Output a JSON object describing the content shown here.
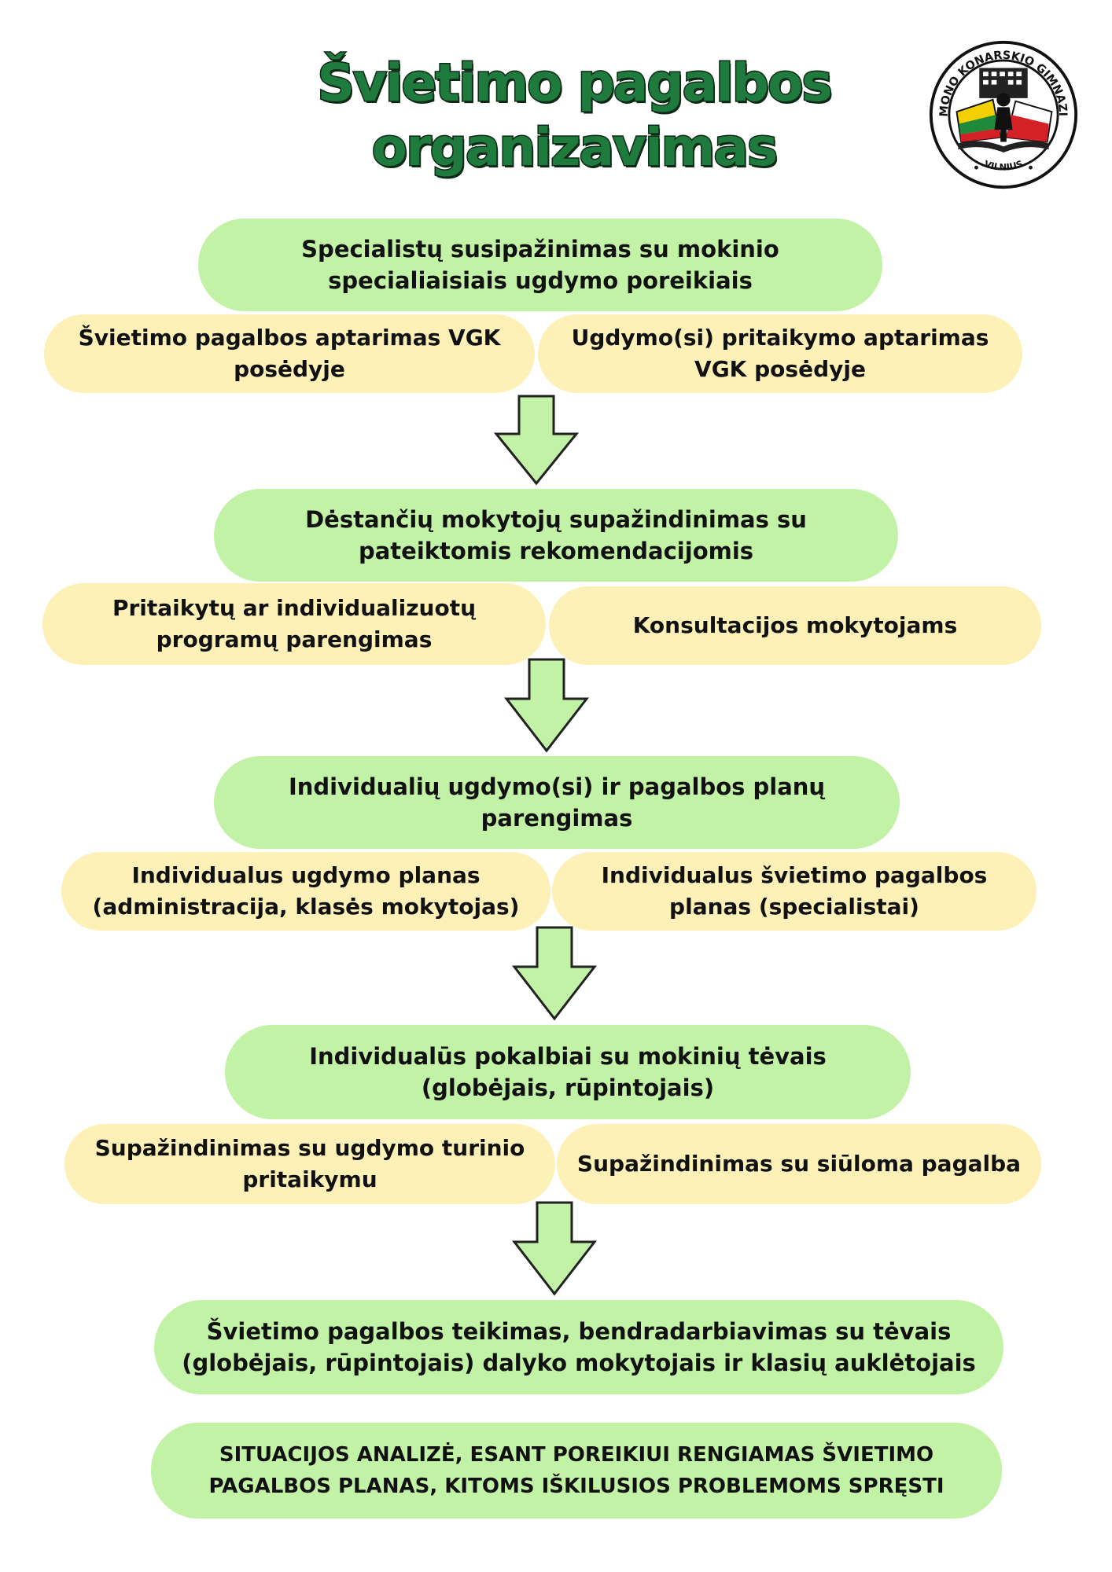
{
  "title": {
    "line1": "Švietimo pagalbos",
    "line2": "organizavimas"
  },
  "logo": {
    "ring_text": "SIMONO KONARSKIO GIMNAZIJA",
    "city": "VILNIUS",
    "colors": {
      "ring": "#111111",
      "yellow": "#f4d000",
      "green": "#1f8a3c",
      "red": "#d42027",
      "white": "#ffffff"
    }
  },
  "colors": {
    "title_fill": "#1f7a3e",
    "green_box": "#c2f2a5",
    "yellow_box": "#fdf1b8",
    "arrow_fill": "#c2f2a5",
    "arrow_stroke": "#222222"
  },
  "steps": [
    {
      "main": "Specialistų susipažinimas su mokinio specialiaisiais ugdymo poreikiais",
      "left": "Švietimo pagalbos aptarimas VGK posėdyje",
      "right": "Ugdymo(si) pritaikymo aptarimas VGK posėdyje"
    },
    {
      "main": "Dėstančių mokytojų supažindinimas su pateiktomis rekomendacijomis",
      "left": "Pritaikytų ar individualizuotų programų parengimas",
      "right": "Konsultacijos mokytojams"
    },
    {
      "main": "Individualių ugdymo(si) ir pagalbos planų parengimas",
      "left": "Individualus ugdymo planas (administracija, klasės mokytojas)",
      "right": "Individualus švietimo pagalbos planas (specialistai)"
    },
    {
      "main": "Individualūs pokalbiai su mokinių tėvais (globėjais, rūpintojais)",
      "left": "Supažindinimas su ugdymo turinio pritaikymu",
      "right": "Supažindinimas su siūloma pagalba"
    },
    {
      "main": "Švietimo pagalbos teikimas, bendradarbiavimas su tėvais (globėjais, rūpintojais) dalyko mokytojais ir klasių auklėtojais"
    }
  ],
  "final": "SITUACIJOS ANALIZĖ, ESANT POREIKIUI RENGIAMAS ŠVIETIMO PAGALBOS PLANAS, KITOMS IŠKILUSIOS PROBLEMOMS SPRĘSTI"
}
